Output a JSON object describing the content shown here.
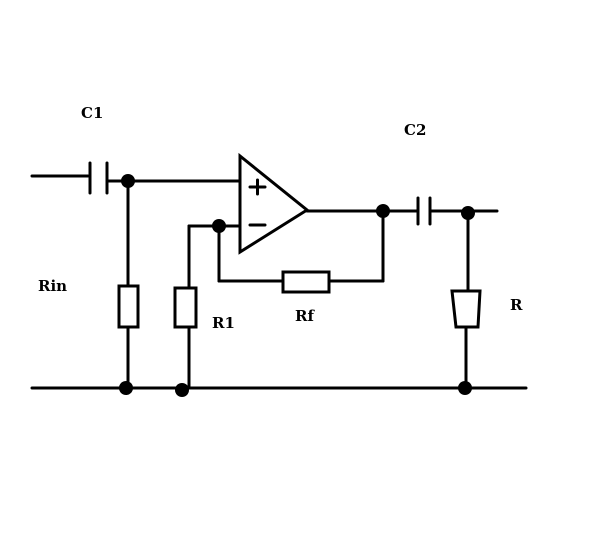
{
  "diagram": {
    "colors": {
      "ink": "#000000",
      "background": "#ffffff"
    },
    "labels": {
      "c1": "C1",
      "c2": "C2",
      "rin": "Rin",
      "r1": "R1",
      "rf": "Rf",
      "r": "R"
    },
    "opamp": {
      "plus": "+",
      "minus": "−"
    }
  }
}
